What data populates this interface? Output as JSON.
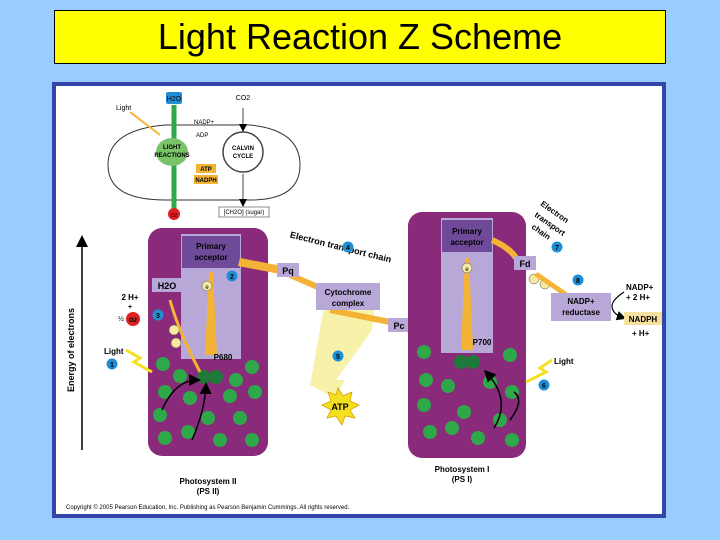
{
  "title": "Light Reaction Z Scheme",
  "overview": {
    "h2o": "H2O",
    "co2": "CO2",
    "light": "Light",
    "nadp_plus": "NADP+",
    "adp": "ADP",
    "light_reactions": [
      "LIGHT",
      "REACTIONS"
    ],
    "calvin_cycle": [
      "CALVIN",
      "CYCLE"
    ],
    "atp": "ATP",
    "nadph": "NADPH",
    "o2": "O2",
    "sugar": "[CH2O] (sugar)"
  },
  "axis_label": "Energy of electrons",
  "ps2": {
    "primary_acceptor": [
      "Primary",
      "acceptor"
    ],
    "h2o": "H2O",
    "p680": "P680",
    "name": [
      "Photosystem II",
      "(PS II)"
    ],
    "two_h": "2 H+",
    "plus": "+",
    "half": "½",
    "o2": "O2",
    "light": "Light",
    "e": "e"
  },
  "etc": {
    "label": "Electron transport chain",
    "pq": "Pq",
    "cytochrome": [
      "Cytochrome",
      "complex"
    ],
    "pc": "Pc",
    "atp": "ATP"
  },
  "ps1": {
    "primary_acceptor": [
      "Primary",
      "acceptor"
    ],
    "p700": "P700",
    "light": "Light",
    "name": [
      "Photosystem I",
      "(PS I)"
    ],
    "etc_label": [
      "Electron",
      "transport",
      "chain"
    ],
    "fd": "Fd",
    "nadp_reductase": [
      "NADP+",
      "reductase"
    ],
    "nadp_plus": "NADP+",
    "two_h": "+ 2 H+",
    "nadph": "NADPH",
    "h_plus": "+ H+",
    "e": "e"
  },
  "steps": [
    "1",
    "2",
    "3",
    "4",
    "5",
    "6",
    "7",
    "8"
  ],
  "copyright": "Copyright © 2005 Pearson Education, Inc. Publishing as Pearson Benjamin Cummings. All rights reserved.",
  "colors": {
    "background": "#99ccff",
    "title_bg": "#ffff00",
    "photosystem": "#8a2a7a",
    "core": "#b8a8d8",
    "chlorophyll": "#2fa84a",
    "arrow": "#f5b335",
    "step_circle": "#1e8fd6",
    "frame": "#3344aa"
  }
}
